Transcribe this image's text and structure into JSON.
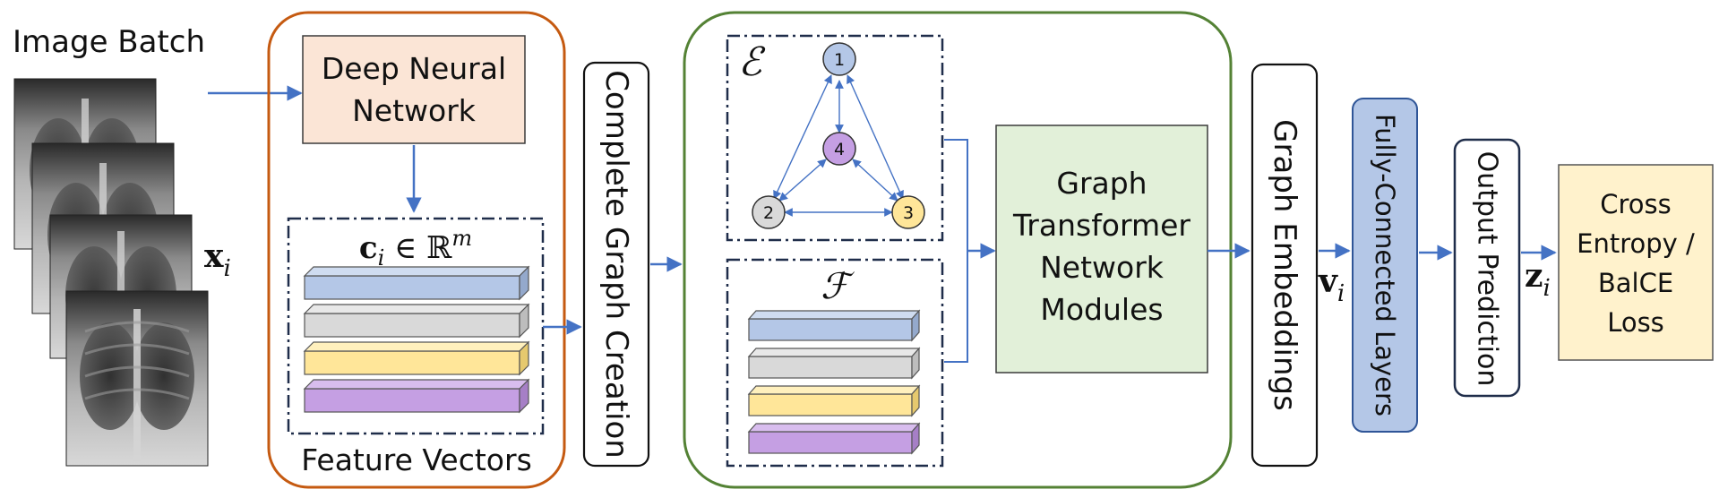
{
  "input": {
    "title": "Image Batch",
    "var": "x",
    "sub": "i"
  },
  "feature_extractor": {
    "network_label_line1": "Deep Neural",
    "network_label_line2": "Network",
    "feature_formula": "c",
    "feature_formula_sub": "i",
    "feature_formula_rest": " ∈ ℝ",
    "feature_formula_sup": "m",
    "caption": "Feature Vectors",
    "bar_colors": [
      "#b4c7e7",
      "#d9d9d9",
      "#ffe699",
      "#c59fe3"
    ]
  },
  "graph_creation": {
    "label": "Complete Graph Creation"
  },
  "graph": {
    "edge_set_symbol": "ℰ",
    "feature_set_symbol": "ℱ",
    "nodes": [
      {
        "id": "1",
        "color": "#b4c7e7"
      },
      {
        "id": "2",
        "color": "#d9d9d9"
      },
      {
        "id": "3",
        "color": "#ffe699"
      },
      {
        "id": "4",
        "color": "#c59fe3"
      }
    ]
  },
  "gtn": {
    "line1": "Graph",
    "line2": "Transformer",
    "line3": "Network",
    "line4": "Modules",
    "fill": "#e2f0d9"
  },
  "graph_embeddings": {
    "label": "Graph Embeddings",
    "var": "v",
    "sub": "i"
  },
  "fc_layers": {
    "label": "Fully-Connected Layers",
    "fill": "#b4c7e7"
  },
  "output": {
    "label": "Output Prediction",
    "var": "z",
    "sub": "i"
  },
  "loss": {
    "line1": "Cross",
    "line2": "Entropy /",
    "line3": "BalCE",
    "line4": "Loss",
    "fill": "#fff2cc"
  },
  "colors": {
    "arrow": "#4472c4",
    "orange_border": "#c55a11",
    "green_border": "#548235",
    "dark_border": "#1f2d4a",
    "network_fill": "#fbe5d6"
  }
}
